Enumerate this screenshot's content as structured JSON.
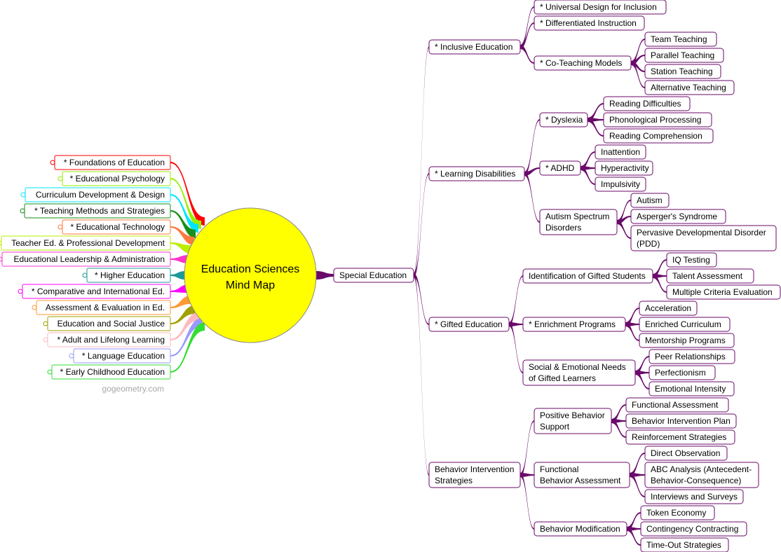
{
  "central": {
    "line1": "Education Sciences",
    "line2": "Mind Map",
    "fill": "#ffff00",
    "stroke": "#8a8a8a"
  },
  "watermark": "gogeometry.com",
  "colors": {
    "branch": "#6a0a6a",
    "node_border": "#6a0a6a"
  },
  "left_branches": [
    {
      "label": "* Foundations of Education",
      "color": "#ff0000"
    },
    {
      "label": "* Educational Psychology",
      "color": "#99ee00"
    },
    {
      "label": "Curriculum Development & Design",
      "color": "#00e5ff"
    },
    {
      "label": "* Teaching Methods and Strategies",
      "color": "#1a8f1a"
    },
    {
      "label": "* Educational Technology",
      "color": "#ff7a3d"
    },
    {
      "label": "Teacher Ed. & Professional Development",
      "color": "#bbee00"
    },
    {
      "label": "Educational Leadership & Administration",
      "color": "#ff33cc"
    },
    {
      "label": "* Higher Education",
      "color": "#1a9a9a"
    },
    {
      "label": "* Comparative and International Ed.",
      "color": "#ff00ff"
    },
    {
      "label": "Assessment & Evaluation in Ed.",
      "color": "#ff9933"
    },
    {
      "label": "Education and Social Justice",
      "color": "#a0a000"
    },
    {
      "label": "* Adult and Lifelong Learning",
      "color": "#ffb8c0"
    },
    {
      "label": "* Language Education",
      "color": "#9a9aff"
    },
    {
      "label": "* Early Childhood Education",
      "color": "#33dd33"
    }
  ],
  "main_node": "Special Education",
  "branches": [
    {
      "label": "* Inclusive Education",
      "children": [
        {
          "label": "* Universal Design for Inclusion"
        },
        {
          "label": "* Differentiated Instruction"
        },
        {
          "label": "* Co-Teaching Models",
          "children": [
            {
              "label": "Team Teaching"
            },
            {
              "label": "Parallel Teaching"
            },
            {
              "label": "Station Teaching"
            },
            {
              "label": "Alternative Teaching"
            }
          ]
        }
      ]
    },
    {
      "label": "* Learning Disabilities",
      "children": [
        {
          "label": "* Dyslexia",
          "children": [
            {
              "label": "Reading Difficulties"
            },
            {
              "label": "Phonological Processing"
            },
            {
              "label": "Reading Comprehension"
            }
          ]
        },
        {
          "label": "* ADHD",
          "children": [
            {
              "label": "Inattention"
            },
            {
              "label": "Hyperactivity"
            },
            {
              "label": "Impulsivity"
            }
          ]
        },
        {
          "label": "Autism Spectrum\n Disorders",
          "children": [
            {
              "label": "Autism"
            },
            {
              "label": "Asperger's Syndrome"
            },
            {
              "label": "Pervasive Developmental Disorder\n (PDD)"
            }
          ]
        }
      ]
    },
    {
      "label": "* Gifted Education",
      "children": [
        {
          "label": "Identification of Gifted Students",
          "children": [
            {
              "label": "IQ Testing"
            },
            {
              "label": "Talent Assessment"
            },
            {
              "label": "Multiple Criteria Evaluation"
            }
          ]
        },
        {
          "label": "* Enrichment Programs",
          "children": [
            {
              "label": "Acceleration"
            },
            {
              "label": "Enriched Curriculum"
            },
            {
              "label": "Mentorship Programs"
            }
          ]
        },
        {
          "label": "Social & Emotional Needs\n of Gifted Learners",
          "children": [
            {
              "label": "Peer Relationships"
            },
            {
              "label": "Perfectionism"
            },
            {
              "label": "Emotional Intensity"
            }
          ]
        }
      ]
    },
    {
      "label": "Behavior Intervention\n Strategies",
      "children": [
        {
          "label": "Positive Behavior\n Support",
          "children": [
            {
              "label": "Functional Assessment"
            },
            {
              "label": "Behavior Intervention Plan"
            },
            {
              "label": "Reinforcement Strategies"
            }
          ]
        },
        {
          "label": "Functional\nBehavior Assessment",
          "children": [
            {
              "label": "Direct Observation"
            },
            {
              "label": "ABC Analysis (Antecedent-\nBehavior-Consequence)"
            },
            {
              "label": "Interviews and Surveys"
            }
          ]
        },
        {
          "label": "Behavior Modification",
          "children": [
            {
              "label": "Token Economy"
            },
            {
              "label": "Contingency Contracting"
            },
            {
              "label": "Time-Out Strategies"
            }
          ]
        }
      ]
    }
  ]
}
